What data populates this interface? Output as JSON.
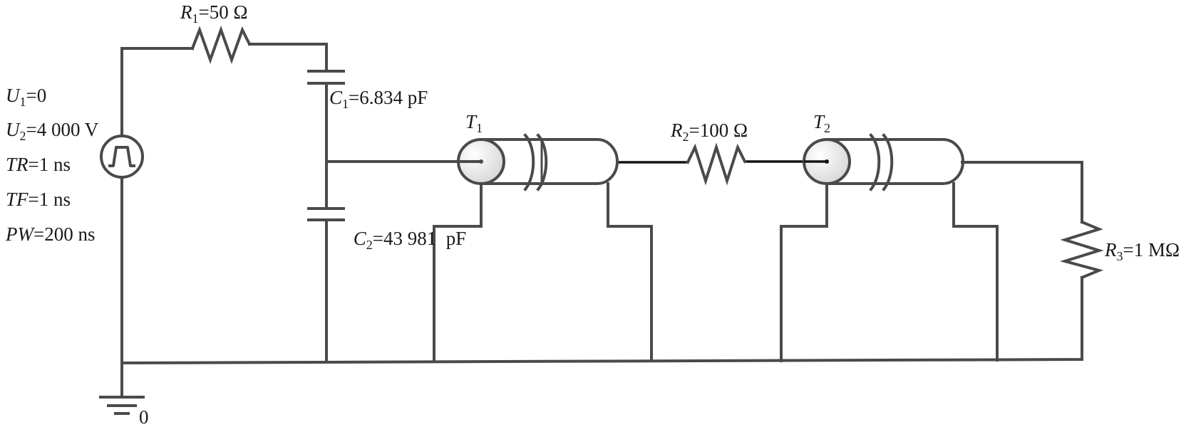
{
  "source": {
    "u1": {
      "symbol": "U",
      "sub": "1",
      "value": "=0"
    },
    "u2": {
      "symbol": "U",
      "sub": "2",
      "value": "=4 000 V"
    },
    "tr": {
      "symbol": "TR",
      "value": "=1 ns"
    },
    "tf": {
      "symbol": "TF",
      "value": "=1 ns"
    },
    "pw": {
      "symbol": "PW",
      "value": "=200 ns"
    }
  },
  "r1": {
    "symbol": "R",
    "sub": "1",
    "value": "=50 Ω"
  },
  "r2": {
    "symbol": "R",
    "sub": "2",
    "value": "=100 Ω"
  },
  "r3": {
    "symbol": "R",
    "sub": "3",
    "value": "=1 MΩ"
  },
  "c1": {
    "symbol": "C",
    "sub": "1",
    "value": "=6.834 pF"
  },
  "c2": {
    "symbol": "C",
    "sub": "2",
    "value": "=43 981  pF"
  },
  "t1": {
    "symbol": "T",
    "sub": "1"
  },
  "t2": {
    "symbol": "T",
    "sub": "2"
  },
  "ground": {
    "node_label": "0"
  },
  "colors": {
    "wire": "#4a4a4a",
    "text": "#1a1a1a"
  }
}
